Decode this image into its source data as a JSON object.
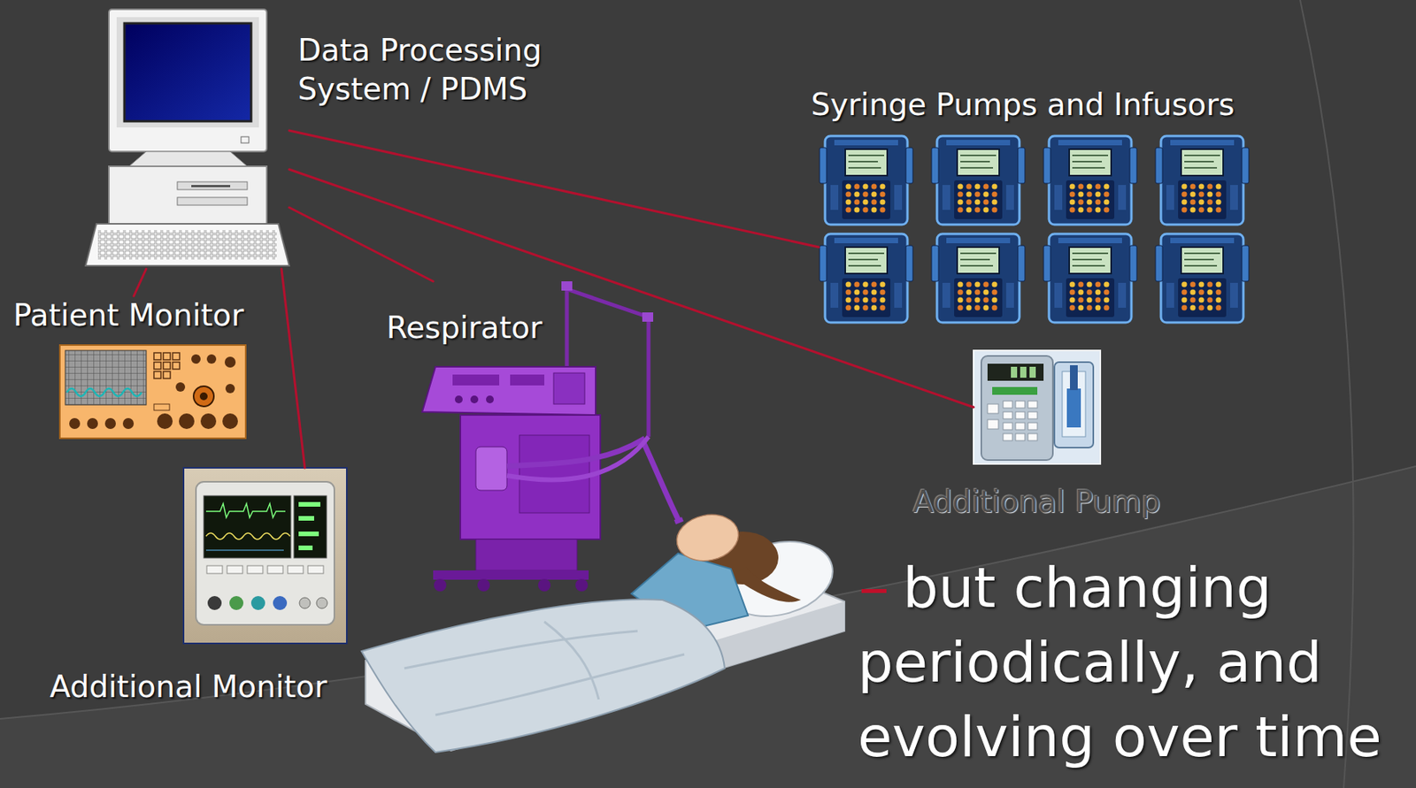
{
  "diagram": {
    "nodes": [
      {
        "text": [
          "Data Processing System / PDMS"
        ]
      },
      {
        "text": [
          "Syringe Pumps and Infusors"
        ]
      },
      {
        "text": [
          "Patient Monitor"
        ]
      },
      {
        "text": [
          "Respirator"
        ]
      },
      {
        "text": [
          "Additional Pump"
        ]
      },
      {
        "text": [
          "Additional Monitor"
        ]
      }
    ],
    "edges": [
      {
        "from": 0,
        "to": 1,
        "arrow": "none"
      },
      {
        "from": 0,
        "to": 4,
        "arrow": "none"
      },
      {
        "from": 0,
        "to": 3,
        "arrow": "none"
      },
      {
        "from": 0,
        "to": 2,
        "arrow": "none"
      },
      {
        "from": 0,
        "to": 5,
        "arrow": "none"
      }
    ],
    "labels": [
      "but changing periodically, and evolving over time"
    ]
  }
}
